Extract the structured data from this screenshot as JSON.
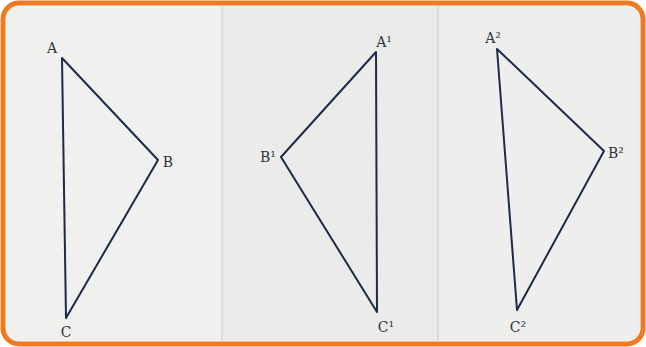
{
  "diagram": {
    "labels": [
      "A",
      "B",
      "C",
      "A¹",
      "B¹",
      "C¹",
      "A²",
      "B²",
      "C²"
    ]
  }
}
